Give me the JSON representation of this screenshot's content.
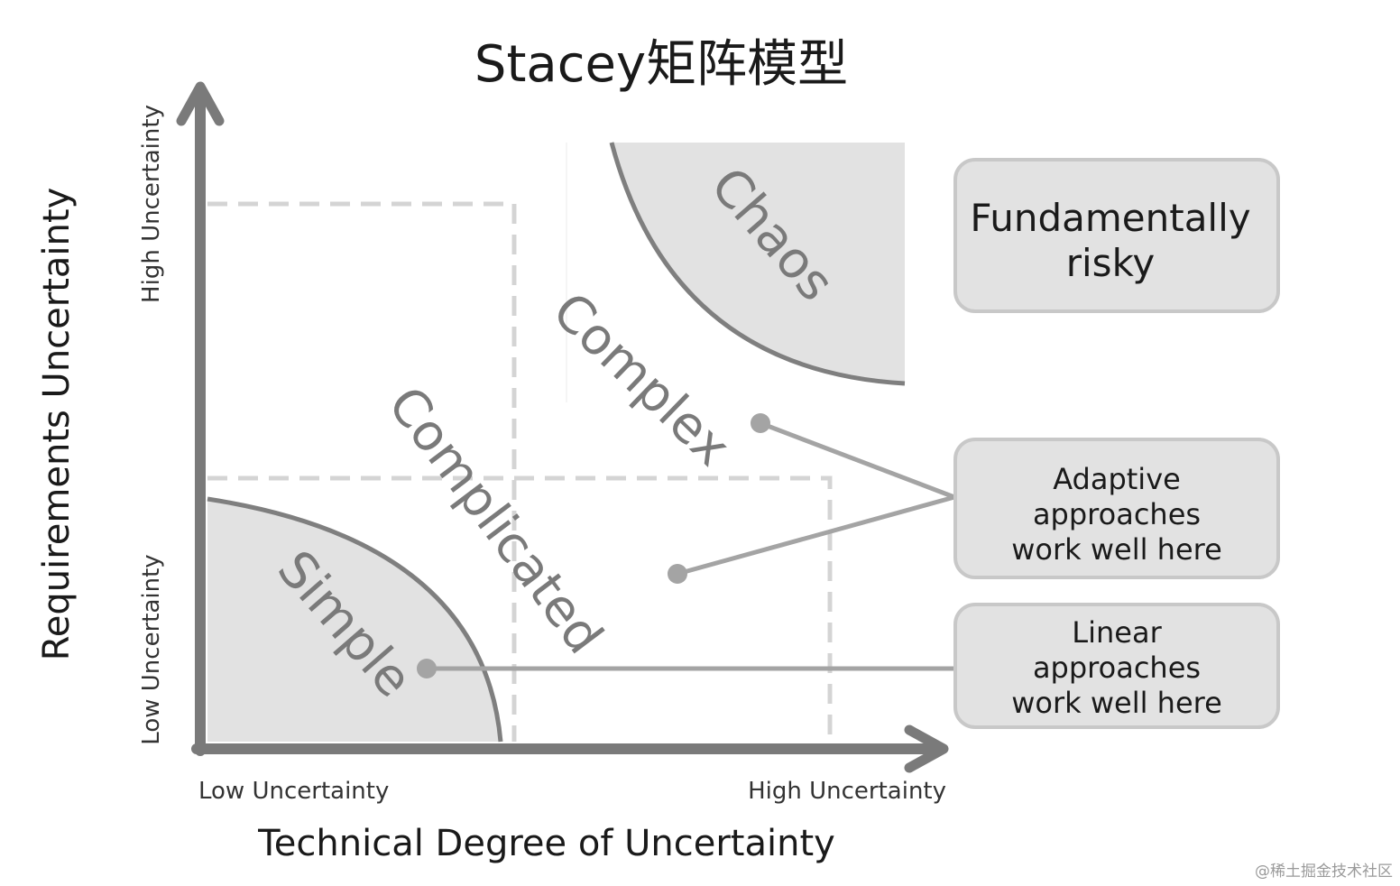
{
  "title": "Stacey矩阵模型",
  "axes": {
    "x_label": "Technical Degree of Uncertainty",
    "y_label": "Requirements Uncertainty",
    "x_low": "Low Uncertainty",
    "x_high": "High Uncertainty",
    "y_low": "Low Uncertainty",
    "y_high": "High Uncertainty"
  },
  "zones": {
    "simple": "Simple",
    "complicated": "Complicated",
    "complex": "Complex",
    "chaos": "Chaos"
  },
  "callouts": {
    "fundamentally_risky": [
      "Fundamentally",
      "risky"
    ],
    "adaptive": [
      "Adaptive",
      "approaches",
      "work well here"
    ],
    "linear": [
      "Linear",
      "approaches",
      "work well here"
    ]
  },
  "watermark": "@稀土掘金技术社区",
  "colors": {
    "axis": "#7a7a7a",
    "zone_fill": "#e2e2e2",
    "zone_stroke": "#7f7f7f",
    "dash": "#d4d4d4",
    "box_fill": "#e2e2e2",
    "box_stroke": "#c8c8c8",
    "connector": "#a4a4a4",
    "zone_text": "#7a7a7a"
  }
}
